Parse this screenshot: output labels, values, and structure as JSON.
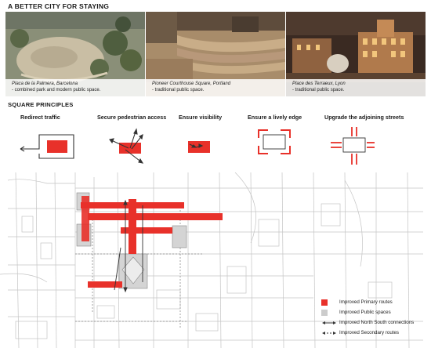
{
  "header": {
    "title": "A BETTER CITY FOR STAYING"
  },
  "photos": [
    {
      "place": "Placa de la Palmera, Barcelona",
      "desc": "- combined park and modern public space."
    },
    {
      "place": "Pioneer Courthouse Square, Portland",
      "desc": "- traditional public space."
    },
    {
      "place": "Place des Terraeux, Lyon",
      "desc": "- traditional public space."
    }
  ],
  "principles": {
    "title": "SQUARE PRINCIPLES",
    "items": [
      {
        "label": "Redirect traffic",
        "icon": "redirect-traffic-icon"
      },
      {
        "label": "Secure pedestrian access",
        "icon": "pedestrian-access-icon"
      },
      {
        "label": "Ensure visibility",
        "icon": "visibility-icon"
      },
      {
        "label": "Ensure a lively edge",
        "icon": "lively-edge-icon"
      },
      {
        "label": "Upgrade the adjoining streets",
        "icon": "adjoining-streets-icon"
      }
    ]
  },
  "legend": {
    "items": [
      {
        "label": "Improved Primary routes",
        "swatch": "red"
      },
      {
        "label": "Improved Public spaces",
        "swatch": "grey"
      },
      {
        "label": "Improved North South connections",
        "swatch": "double-arrow"
      },
      {
        "label": "Improved Secondary routes",
        "swatch": "dashed-arrow"
      }
    ]
  },
  "colors": {
    "accent_red": "#e8312a",
    "public_space_grey": "#cccccc",
    "street_line": "#bfbfbf"
  }
}
